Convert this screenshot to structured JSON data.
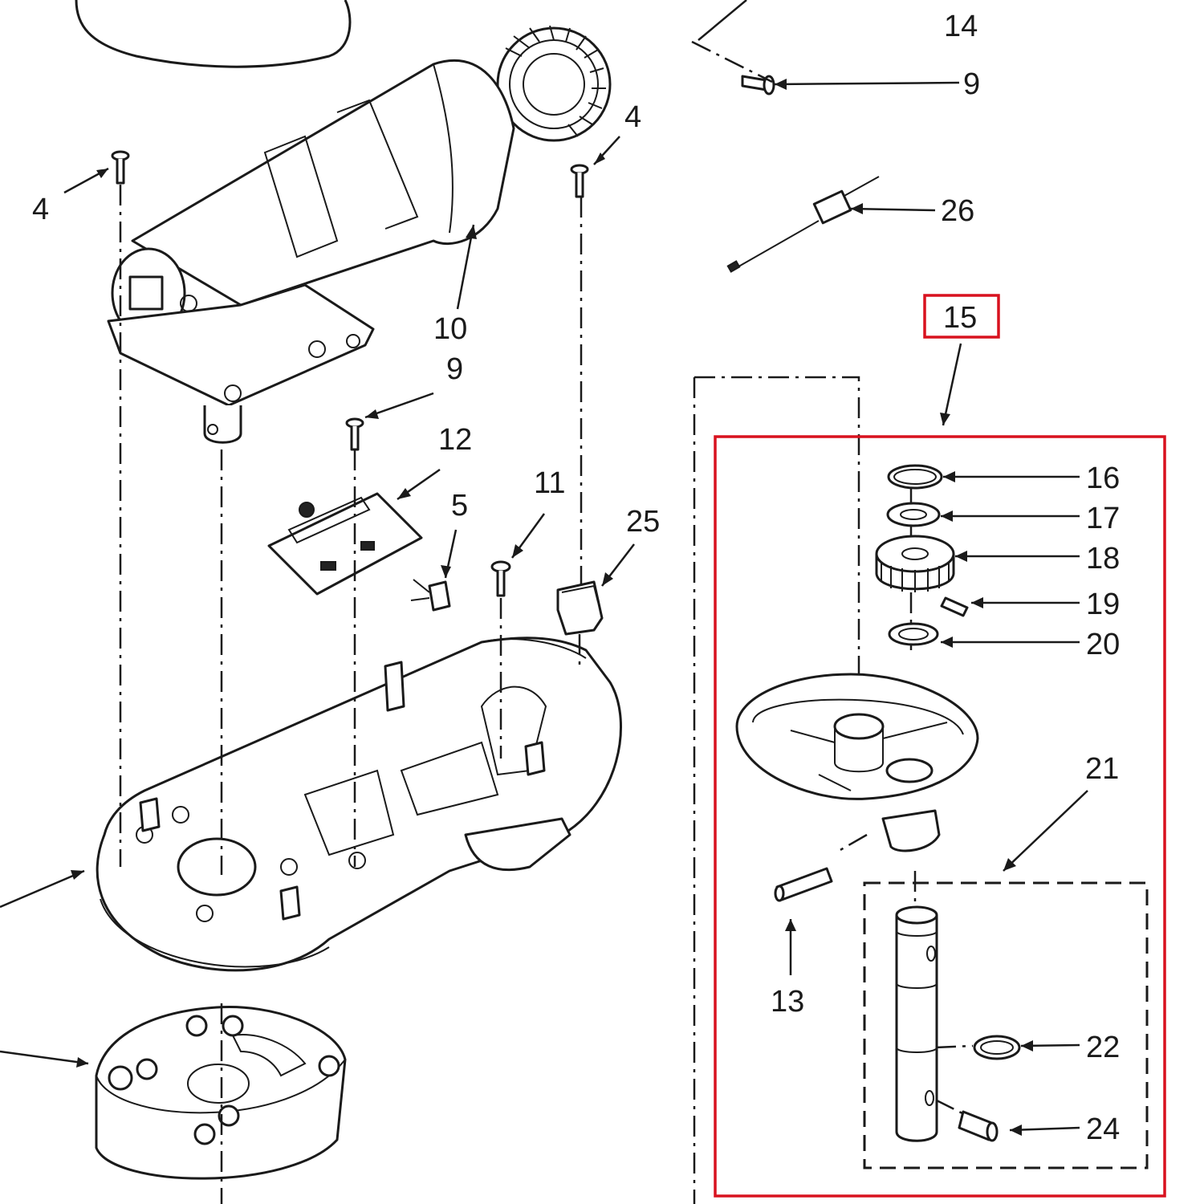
{
  "colors": {
    "highlight": "#d8121f",
    "ink": "#1a1a1a"
  },
  "callouts": {
    "c4a": "4",
    "c4b": "4",
    "c5": "5",
    "c9a": "9",
    "c9b": "9",
    "c10": "10",
    "c11": "11",
    "c12": "12",
    "c13": "13",
    "c14": "14",
    "c15": "15",
    "c16": "16",
    "c17": "17",
    "c18": "18",
    "c19": "19",
    "c20": "20",
    "c21": "21",
    "c22": "22",
    "c24": "24",
    "c25": "25",
    "c26": "26"
  },
  "parts": {
    "top_cover": "top-cover",
    "motor": "motor-assembly",
    "switch_board": "control-board",
    "base_housing": "gear-housing",
    "planetary_ring": "planetary-ring",
    "gear_case": "gear-case",
    "shaft": "shaft",
    "gear": "gear",
    "connector": "wire-connector"
  },
  "highlight_label": "15",
  "highlight_group": "15"
}
